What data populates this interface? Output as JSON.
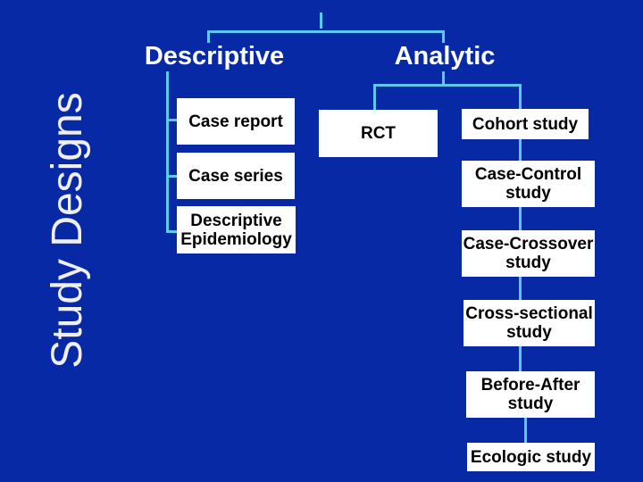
{
  "slide": {
    "vertical_title": "Study Designs",
    "branches": {
      "descriptive": {
        "label": "Descriptive"
      },
      "analytic": {
        "label": "Analytic"
      }
    },
    "boxes": {
      "case_report": "Case report",
      "case_series": "Case series",
      "descriptive_epidemiology": "Descriptive Epidemiology",
      "rct": "RCT",
      "cohort": "Cohort study",
      "case_control": "Case-Control study",
      "case_crossover": "Case-Crossover study",
      "cross_sectional": "Cross-sectional study",
      "before_after": "Before-After study",
      "ecologic": "Ecologic study"
    },
    "colors": {
      "background": "#0829A6",
      "connector": "#5CC8EE",
      "box_background": "#FFFFFF",
      "box_text": "#000000",
      "heading_text": "#FFFFFF",
      "vertical_title_text": "#EFEFEF"
    }
  }
}
